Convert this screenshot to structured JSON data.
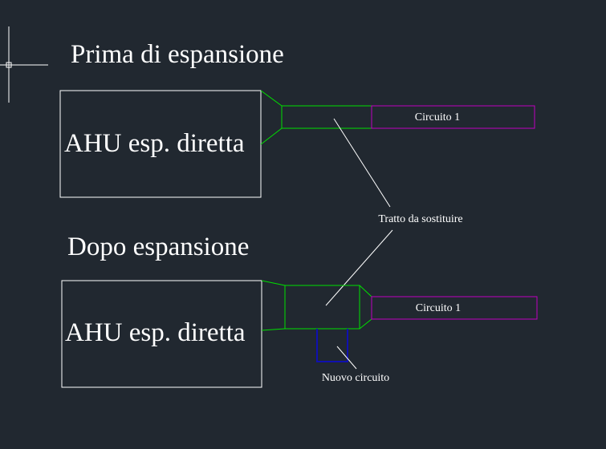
{
  "colors": {
    "background": "#212830",
    "outline": "#ffffff",
    "duct": "#00e000",
    "circuit": "#c000c0",
    "new_circuit": "#1010b0",
    "leader": "#ffffff"
  },
  "before": {
    "title": "Prima di espansione",
    "unit_label": "AHU esp. diretta",
    "circuit_label": "Circuito 1"
  },
  "after": {
    "title": "Dopo espansione",
    "unit_label": "AHU esp. diretta",
    "circuit_label": "Circuito 1",
    "new_circuit_label": "Nuovo circuito"
  },
  "callout_label": "Tratto da sostituire",
  "icons": {
    "cursor": "crosshair-cursor-icon"
  }
}
